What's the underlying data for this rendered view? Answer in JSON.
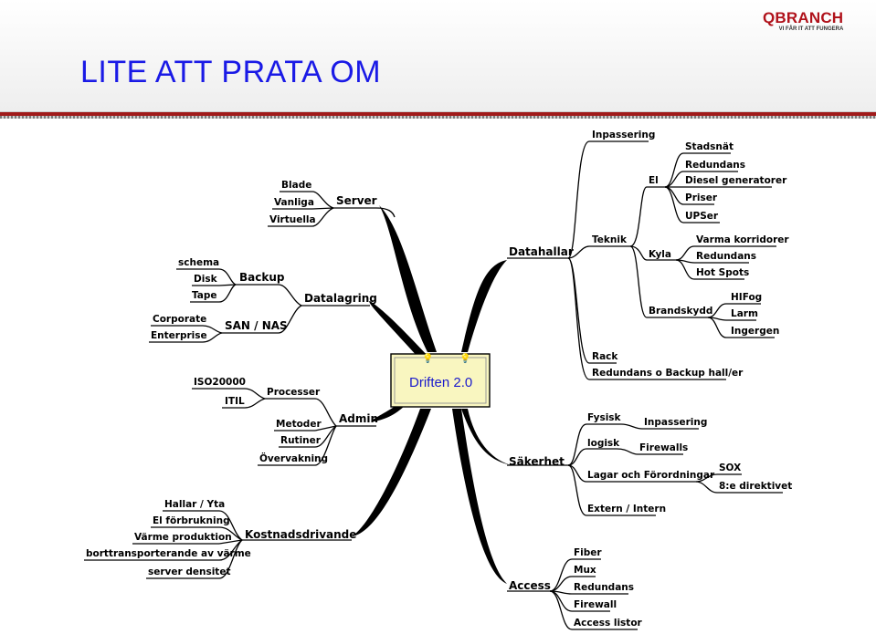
{
  "slide": {
    "title": "LITE ATT PRATA OM",
    "logo": {
      "name": "QBRANCH",
      "tagline": "VI FÅR IT ATT FUNGERA"
    }
  },
  "mindmap": {
    "center": "Driften 2.0",
    "server": {
      "label": "Server",
      "items": [
        "Blade",
        "Vanliga",
        "Virtuella"
      ]
    },
    "datalagring": {
      "label": "Datalagring",
      "backup": {
        "label": "Backup",
        "items": [
          "schema",
          "Disk",
          "Tape"
        ]
      },
      "san": {
        "label": "SAN / NAS",
        "items": [
          "Corporate",
          "Enterprise"
        ]
      }
    },
    "admin": {
      "label": "Admin",
      "processer": {
        "label": "Processer",
        "items": [
          "ISO20000",
          "ITIL"
        ]
      },
      "items": [
        "Metoder",
        "Rutiner",
        "Övervakning"
      ]
    },
    "kostnad": {
      "label": "Kostnadsdrivande",
      "items": [
        "Hallar / Yta",
        "El förbrukning",
        "Värme produktion",
        "borttransporterande av värme",
        "server densitet"
      ]
    },
    "datahallar": {
      "label": "Datahallar",
      "inpassering": "Inpassering",
      "teknik": {
        "label": "Teknik",
        "el": {
          "label": "El",
          "items": [
            "Stadsnät",
            "Redundans",
            "Diesel generatorer",
            "Priser",
            "UPSer"
          ]
        },
        "kyla": {
          "label": "Kyla",
          "items": [
            "Varma korridorer",
            "Redundans",
            "Hot Spots"
          ]
        },
        "brandskydd": {
          "label": "Brandskydd",
          "items": [
            "HIFog",
            "Larm",
            "Ingergen"
          ]
        }
      },
      "rack": "Rack",
      "redundans_backup": "Redundans o Backup hall/er"
    },
    "sakerhet": {
      "label": "Säkerhet",
      "fysisk": {
        "label": "Fysisk",
        "child": "Inpassering"
      },
      "logisk": {
        "label": "logisk",
        "child": "Firewalls"
      },
      "lagar": {
        "label": "Lagar och Förordningar",
        "items": [
          "SOX",
          "8:e direktivet"
        ]
      },
      "extern": "Extern / Intern"
    },
    "access": {
      "label": "Access",
      "items": [
        "Fiber",
        "Mux",
        "Redundans",
        "Firewall",
        "Access listor"
      ]
    }
  }
}
